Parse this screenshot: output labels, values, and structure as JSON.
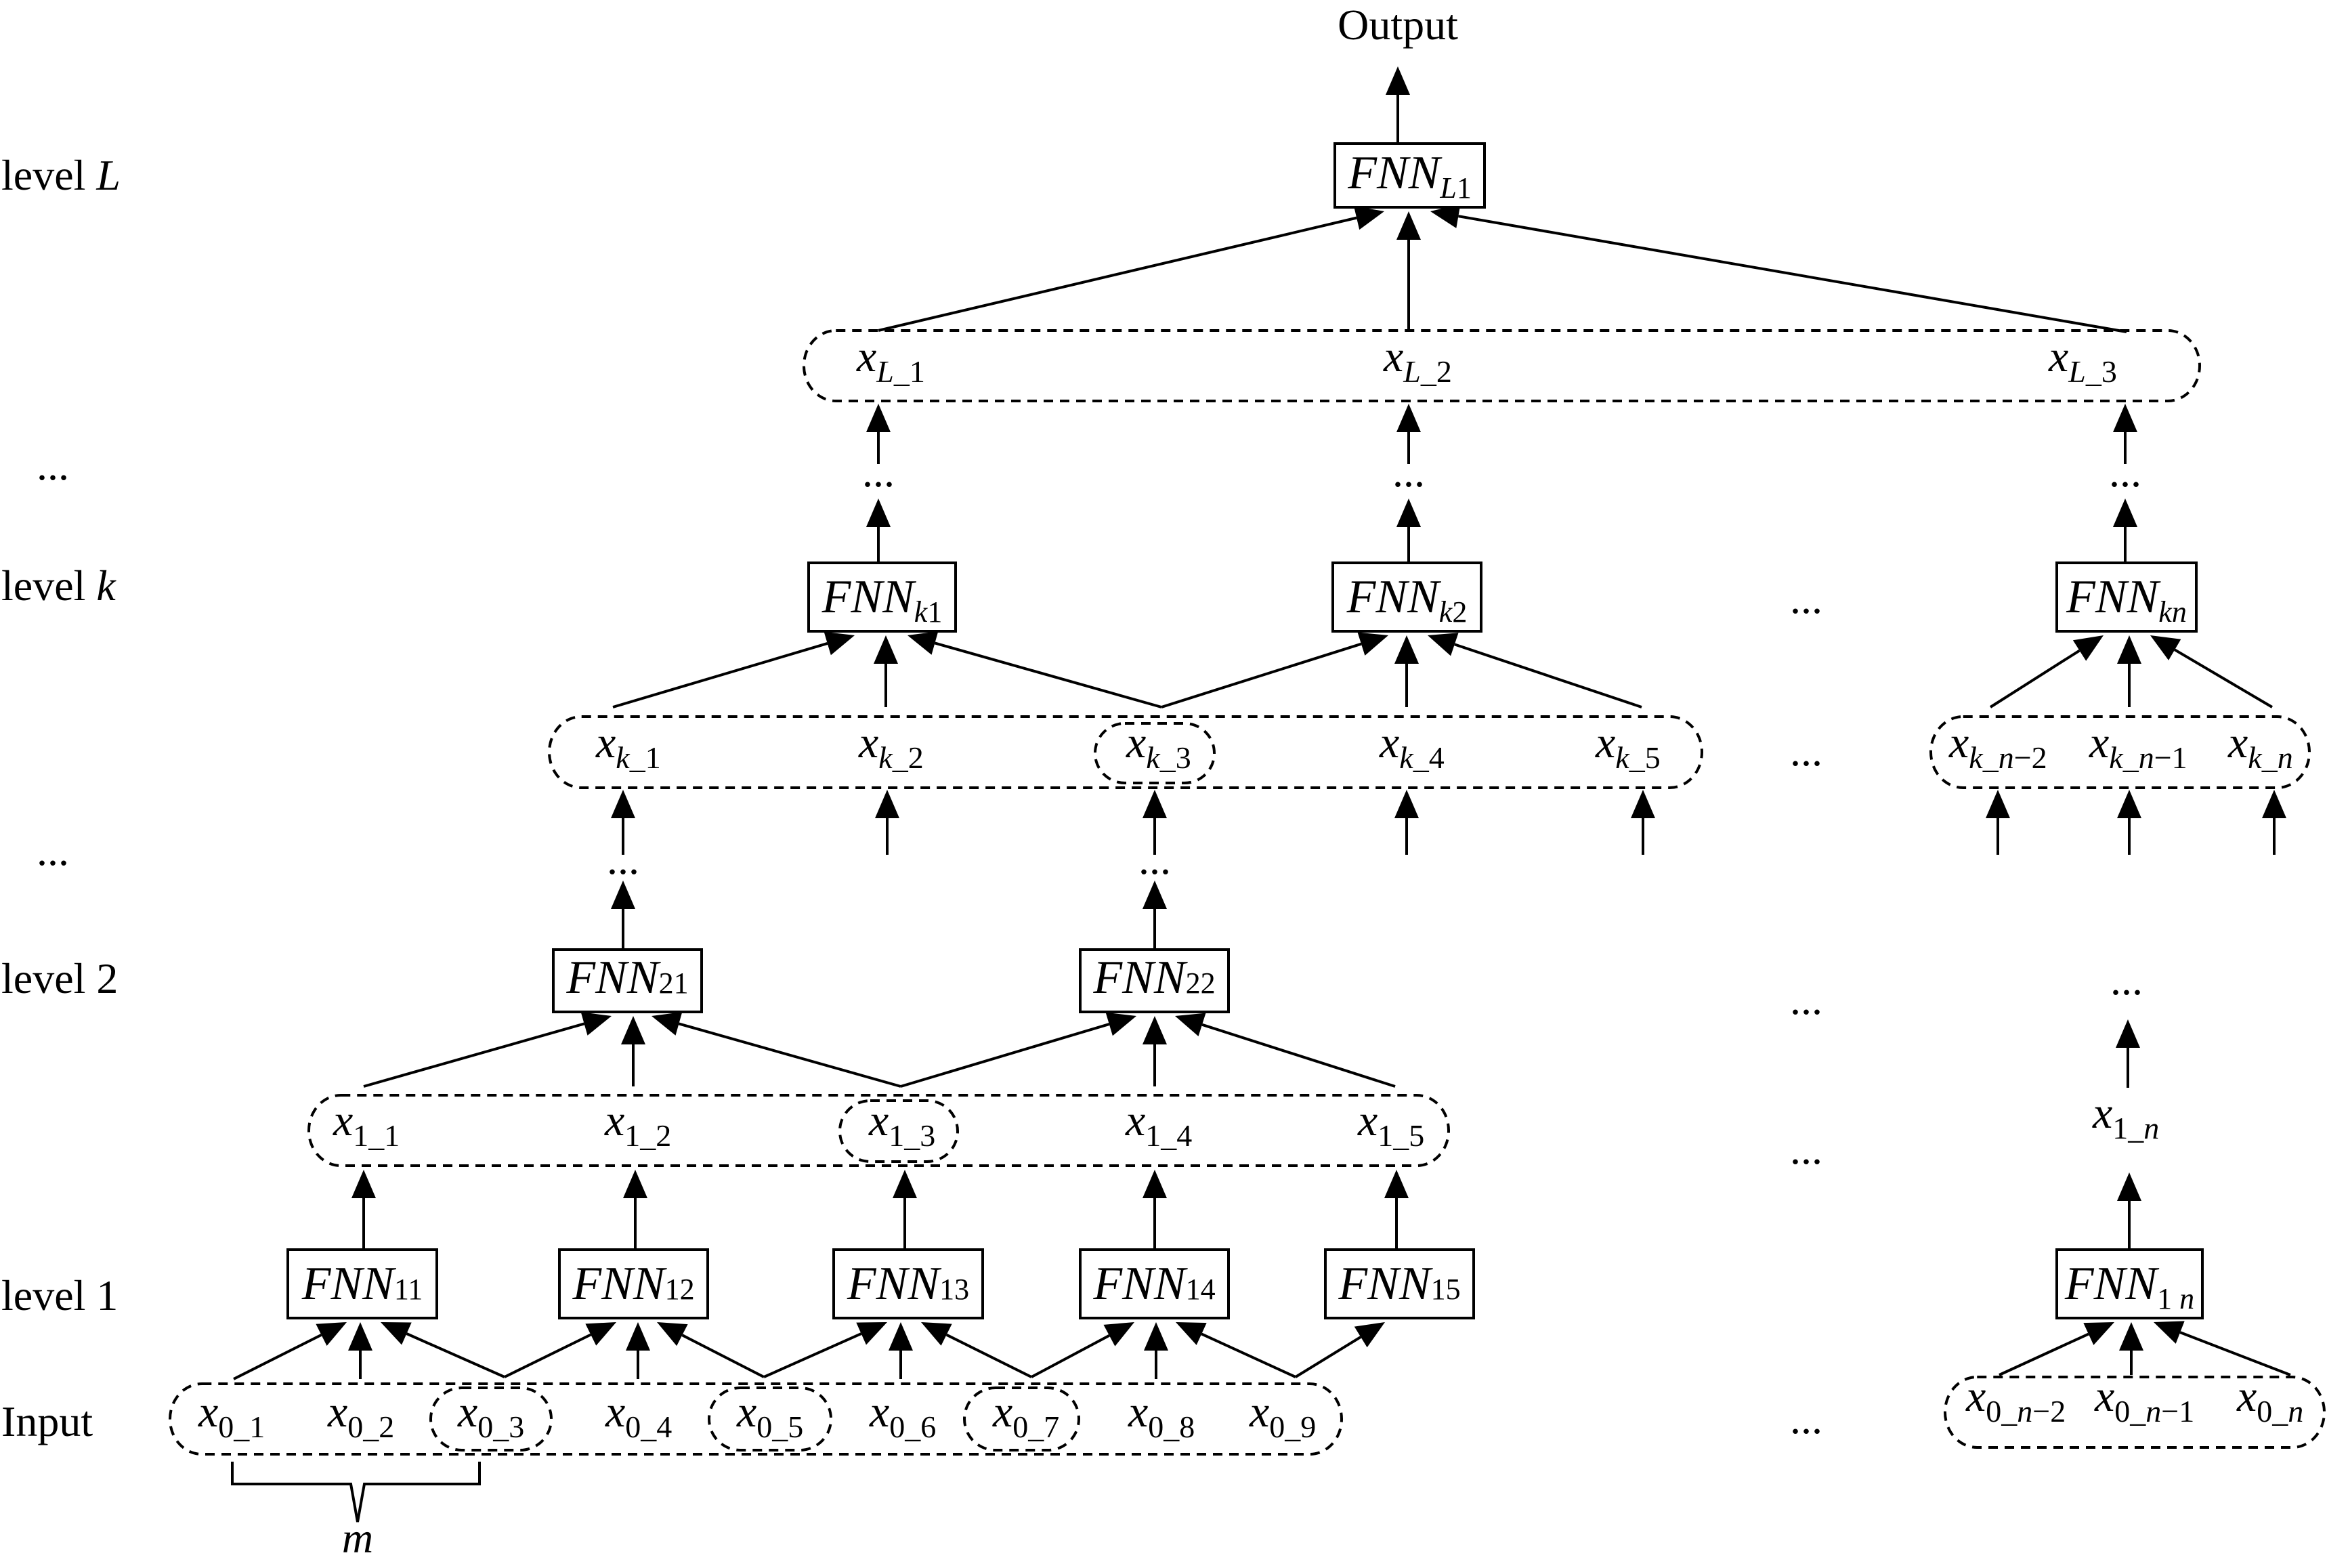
{
  "figure": {
    "output_label": "Output",
    "ellipsis": "...",
    "bracket_label": "m",
    "row_labels": [
      {
        "id": "L",
        "prefix": "level ",
        "var": "L"
      },
      {
        "id": "dots1",
        "prefix": "...",
        "var": ""
      },
      {
        "id": "k",
        "prefix": "level ",
        "var": "k"
      },
      {
        "id": "dots2",
        "prefix": "...",
        "var": ""
      },
      {
        "id": "2",
        "prefix": "level 2",
        "var": ""
      },
      {
        "id": "1",
        "prefix": "level 1",
        "var": ""
      },
      {
        "id": "input",
        "prefix": "Input",
        "var": ""
      }
    ]
  },
  "nodes": {
    "level_L": [
      {
        "name": "FNN",
        "sub": "L1",
        "sub_italic_part": "L",
        "sub_rest": "1"
      }
    ],
    "level_k": [
      {
        "name": "FNN",
        "sub_italic_part": "k",
        "sub_rest": "1"
      },
      {
        "name": "FNN",
        "sub_italic_part": "k",
        "sub_rest": "2"
      },
      {
        "name": "FNN",
        "sub_italic_part": "kn",
        "sub_rest": ""
      }
    ],
    "level_2": [
      {
        "name": "FNN",
        "sub_italic_part": "",
        "sub_rest": "21"
      },
      {
        "name": "FNN",
        "sub_italic_part": "",
        "sub_rest": "22"
      }
    ],
    "level_1": [
      {
        "name": "FNN",
        "sub_italic_part": "",
        "sub_rest": "11"
      },
      {
        "name": "FNN",
        "sub_italic_part": "",
        "sub_rest": "12"
      },
      {
        "name": "FNN",
        "sub_italic_part": "",
        "sub_rest": "13"
      },
      {
        "name": "FNN",
        "sub_italic_part": "",
        "sub_rest": "14"
      },
      {
        "name": "FNN",
        "sub_italic_part": "",
        "sub_rest": "15"
      },
      {
        "name": "FNN",
        "sub_rest": "1 ",
        "sub_italic_part": "n",
        "italic_last": true
      }
    ]
  },
  "variables": {
    "row_L": [
      {
        "base": "x",
        "sub_i": "L",
        "sub_r": "_1"
      },
      {
        "base": "x",
        "sub_i": "L",
        "sub_r": "_2"
      },
      {
        "base": "x",
        "sub_i": "L",
        "sub_r": "_3"
      }
    ],
    "row_k": [
      {
        "base": "x",
        "sub_i": "k",
        "sub_r": "_1"
      },
      {
        "base": "x",
        "sub_i": "k",
        "sub_r": "_2"
      },
      {
        "base": "x",
        "sub_i": "k",
        "sub_r": "_3",
        "circled": true
      },
      {
        "base": "x",
        "sub_i": "k",
        "sub_r": "_4"
      },
      {
        "base": "x",
        "sub_i": "k",
        "sub_r": "_5"
      }
    ],
    "row_k_right": [
      {
        "base": "x",
        "sub_i": "k",
        "sub_r": "_",
        "sub_i2": "n",
        "sub_r2": "−2"
      },
      {
        "base": "x",
        "sub_i": "k",
        "sub_r": "_",
        "sub_i2": "n",
        "sub_r2": "−1"
      },
      {
        "base": "x",
        "sub_i": "k",
        "sub_r": "_",
        "sub_i2": "n",
        "sub_r2": ""
      }
    ],
    "row_1": [
      {
        "base": "x",
        "sub_r": "1_1"
      },
      {
        "base": "x",
        "sub_r": "1_2"
      },
      {
        "base": "x",
        "sub_r": "1_3",
        "circled": true
      },
      {
        "base": "x",
        "sub_r": "1_4"
      },
      {
        "base": "x",
        "sub_r": "1_5"
      }
    ],
    "row_1_right": [
      {
        "base": "x",
        "sub_r": "1_",
        "sub_i2": "n"
      }
    ],
    "row_0": [
      {
        "base": "x",
        "sub_r": "0_1"
      },
      {
        "base": "x",
        "sub_r": "0_2"
      },
      {
        "base": "x",
        "sub_r": "0_3",
        "circled": true
      },
      {
        "base": "x",
        "sub_r": "0_4"
      },
      {
        "base": "x",
        "sub_r": "0_5",
        "circled": true
      },
      {
        "base": "x",
        "sub_r": "0_6"
      },
      {
        "base": "x",
        "sub_r": "0_7",
        "circled": true
      },
      {
        "base": "x",
        "sub_r": "0_8"
      },
      {
        "base": "x",
        "sub_r": "0_9"
      }
    ],
    "row_0_right": [
      {
        "base": "x",
        "sub_r": "0_",
        "sub_i2": "n",
        "sub_r2": "−2"
      },
      {
        "base": "x",
        "sub_r": "0_",
        "sub_i2": "n",
        "sub_r2": "−1"
      },
      {
        "base": "x",
        "sub_r": "0_",
        "sub_i2": "n",
        "sub_r2": ""
      }
    ]
  }
}
